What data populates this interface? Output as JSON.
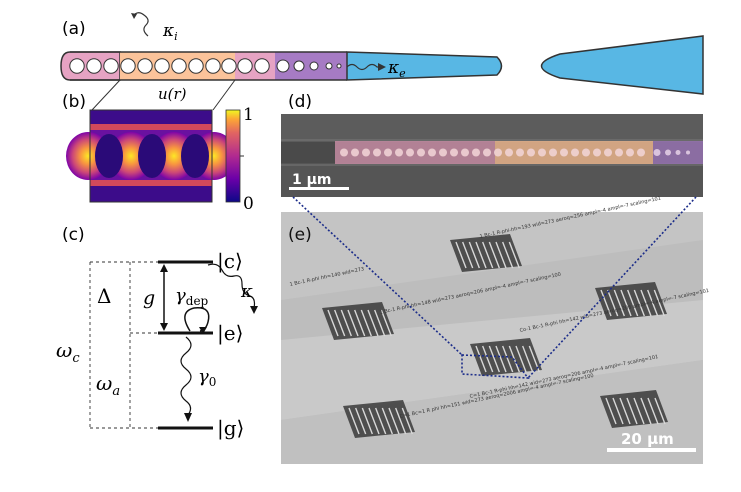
{
  "panel_labels": {
    "a": "(a)",
    "b": "(b)",
    "c": "(c)",
    "d": "(d)",
    "e": "(e)"
  },
  "panel_a": {
    "kappa_i": "κ",
    "kappa_i_sub": "i",
    "kappa_e": "κ",
    "kappa_e_sub": "e"
  },
  "panel_b": {
    "field_label": "u(r)",
    "colorbar_max": "1",
    "colorbar_min": "0"
  },
  "panel_c": {
    "omega_c": "ω",
    "omega_c_sub": "c",
    "omega_a": "ω",
    "omega_a_sub": "a",
    "delta": "Δ",
    "g": "g",
    "gamma_dep": "γ",
    "gamma_dep_sub": "dep",
    "kappa": "κ",
    "gamma_0": "γ",
    "gamma_0_sub": "0",
    "state_c": "|c⟩",
    "state_e": "|e⟩",
    "state_g": "|g⟩"
  },
  "panel_d": {
    "scale": "1 μm"
  },
  "panel_e": {
    "scale": "20 μm",
    "device_labels": [
      "1 Bc-1 R-phi-hh=193 wid=273 aeroq=256 ampl=-4 ampl=-7 scaling=101",
      "1 Bc-1 R-phi-hh=148 wid=273 aeroq=206 ampl=-4 ampl=-7 scaling=100",
      "Co-1 Bc-1 R-phi hh=142 wid=273 aeroq=206 ampl=-4 ampl=-7 scaling=101",
      "C=1 Bc-1 R-phi hh=142 wid=273 aeroq=206 ampl=-4 ampl=-7 scaling=101",
      "C=1 Bc=1 R phi hh=151 wid=273 aeroq=2006 ampl=-4 ampl=-7 scaling=100",
      "1 Bc-1 R-phi hh=140 wid=273"
    ]
  }
}
